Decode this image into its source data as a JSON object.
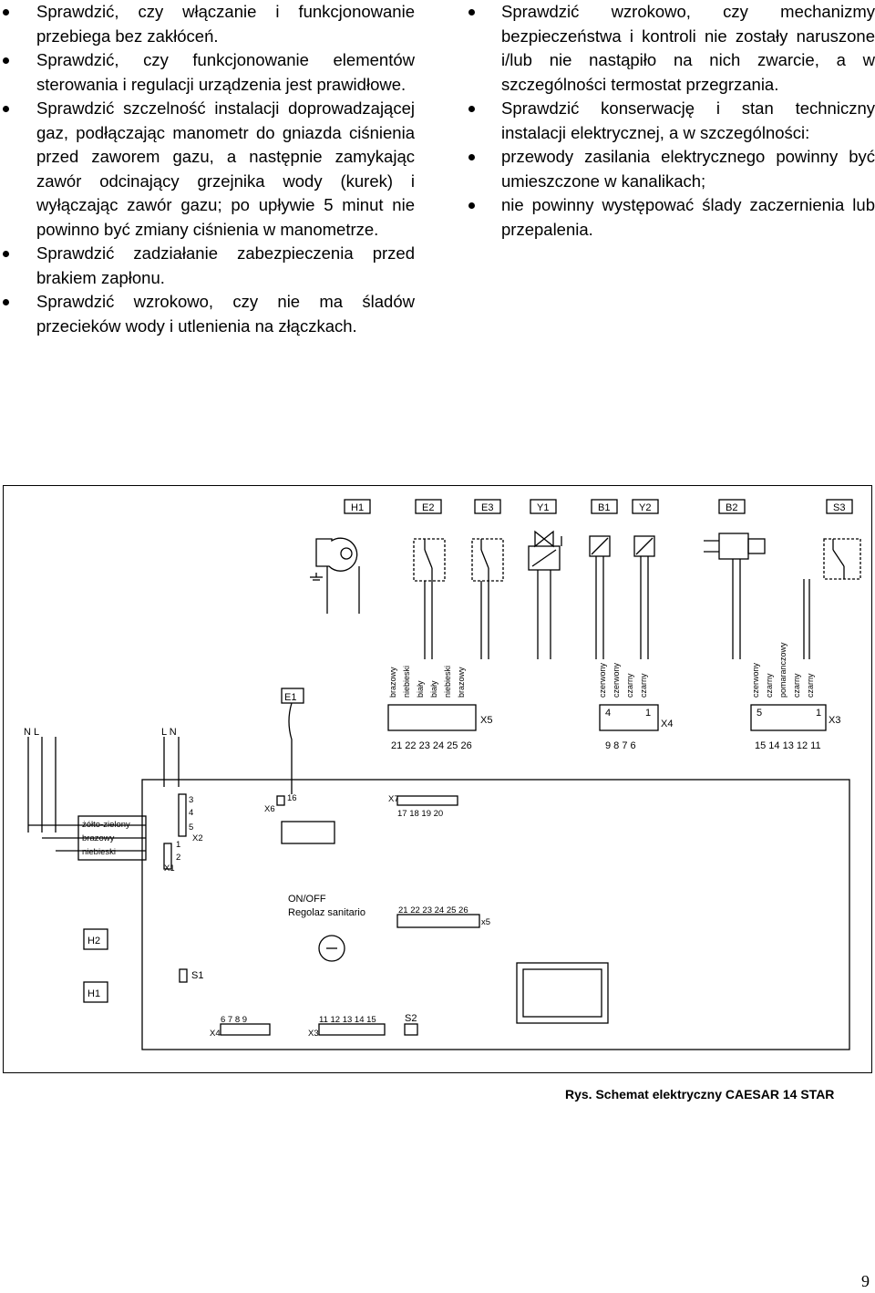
{
  "left_column": {
    "items": [
      "Sprawdzić, czy włączanie i funkcjonowanie przebiega bez zakłóceń.",
      "Sprawdzić, czy funkcjonowanie elementów sterowania i regulacji urządzenia jest prawidłowe.",
      "Sprawdzić szczelność instalacji doprowadzającej gaz, podłączając manometr do gniazda ciśnienia przed zaworem gazu, a następnie zamykając zawór odcinający grzejnika wody (kurek) i wyłączając zawór gazu; po upływie 5 minut nie powinno być zmiany ciśnienia w manometrze.",
      "Sprawdzić zadziałanie zabezpieczenia przed brakiem zapłonu.",
      "Sprawdzić wzrokowo, czy nie ma śladów przecieków wody i utlenienia na złączkach."
    ]
  },
  "right_column": {
    "items": [
      "Sprawdzić wzrokowo, czy mechanizmy bezpieczeństwa i kontroli nie zostały naruszone i/lub nie nastąpiło na nich zwarcie, a w szczególności termostat przegrzania.",
      "Sprawdzić konserwację i stan techniczny instalacji elektrycznej, a w szczególności:",
      "przewody zasilania elektrycznego powinny być umieszczone w kanalikach;",
      "nie powinny występować ślady zaczernienia lub przepalenia."
    ]
  },
  "diagram": {
    "component_labels": [
      "H1",
      "E2",
      "E3",
      "Y1",
      "B1",
      "Y2",
      "B2",
      "S3"
    ],
    "wire_colors_x5": [
      "brazowy",
      "niebieski",
      "biały",
      "biały",
      "niebieski",
      "brazowy"
    ],
    "wire_colors_x4": [
      "czerwony",
      "czerwony",
      "czarny",
      "czarny"
    ],
    "wire_colors_x3": [
      "czerwony",
      "czarny",
      "pomaranczowy",
      "czarny",
      "czarny"
    ],
    "x5_pins": "21 22 23 24 25 26",
    "x4_pins": "9  8  7  6",
    "x3_pins": "15 14 13 12 11",
    "x4_ends": [
      "4",
      "1"
    ],
    "x3_ends": [
      "5",
      "1"
    ],
    "connectors": [
      "X5",
      "X4",
      "X3",
      "X2",
      "X1",
      "X6",
      "X7"
    ],
    "power_left": "N  L",
    "power_right": "L  N",
    "e1_label": "E1",
    "mains_wires": [
      "żółto-zielony",
      "brazowy",
      "niebieski"
    ],
    "x2_pins": [
      "3",
      "4",
      "5"
    ],
    "x1_pins": [
      "1",
      "2"
    ],
    "x6_pin": "16",
    "x7_pins": "17 18 19 20",
    "onoff": "ON/OFF",
    "regulator": "Regolaz sanitario",
    "board_x5_pins": "21 22 23 24 25 26",
    "board_x5": "x5",
    "h2": "H2",
    "h1": "H1",
    "s1": "S1",
    "s2": "S2",
    "board_x4_pins": "6  7  8  9",
    "board_x3_pins": "11 12 13 14 15",
    "board_x4": "X4",
    "board_x3": "X3"
  },
  "caption": "Rys. Schemat elektryczny CAESAR 14 STAR",
  "page_number": "9"
}
